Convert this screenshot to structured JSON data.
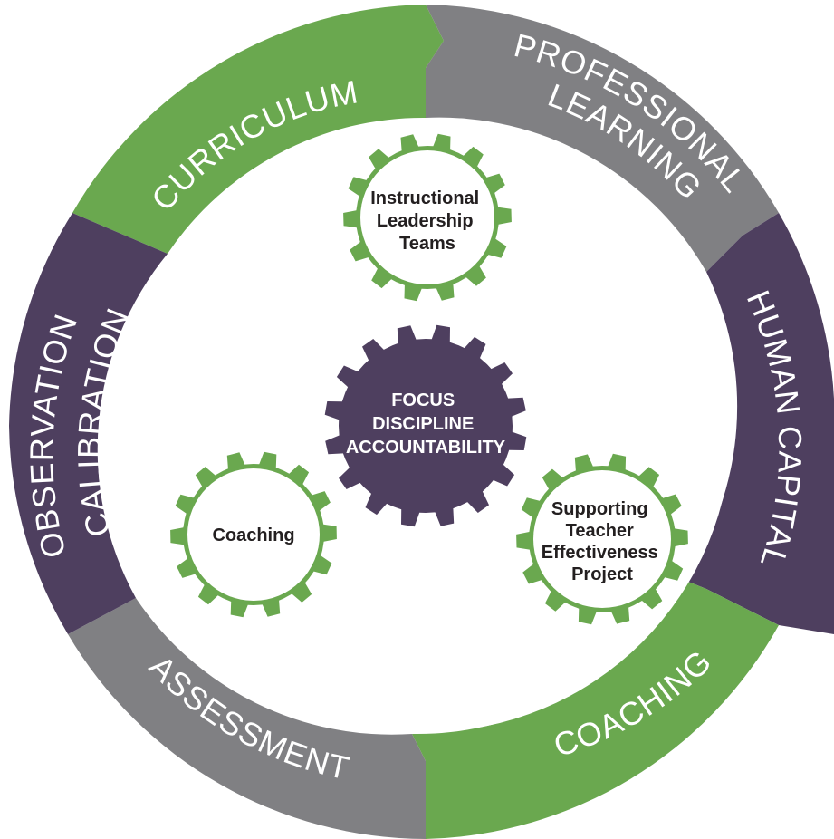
{
  "colors": {
    "green": "#6aa84f",
    "gray": "#808083",
    "purple": "#4e3f5f",
    "white": "#ffffff",
    "text_dark": "#231f20"
  },
  "ring": {
    "segments": [
      {
        "id": "curriculum",
        "label": "CURRICULUM",
        "color": "green"
      },
      {
        "id": "professional-learning",
        "label_lines": [
          "PROFESSIONAL",
          "LEARNING"
        ],
        "color": "gray"
      },
      {
        "id": "human-capital",
        "label": "HUMAN CAPITAL",
        "color": "purple"
      },
      {
        "id": "coaching",
        "label": "COACHING",
        "color": "green"
      },
      {
        "id": "assessment",
        "label": "ASSESSMENT",
        "color": "gray"
      },
      {
        "id": "observation-calibration",
        "label_lines": [
          "OBSERVATION &",
          "CALIBRATION"
        ],
        "color": "purple"
      }
    ]
  },
  "center_gear": {
    "lines": [
      "FOCUS",
      "DISCIPLINE",
      "ACCOUNTABILITY"
    ]
  },
  "gears": {
    "top": {
      "lines": [
        "Instructional",
        "Leadership",
        "Teams"
      ]
    },
    "left": {
      "lines": [
        "Coaching"
      ]
    },
    "right": {
      "lines": [
        "Supporting",
        "Teacher",
        "Effectiveness",
        "Project"
      ]
    }
  }
}
